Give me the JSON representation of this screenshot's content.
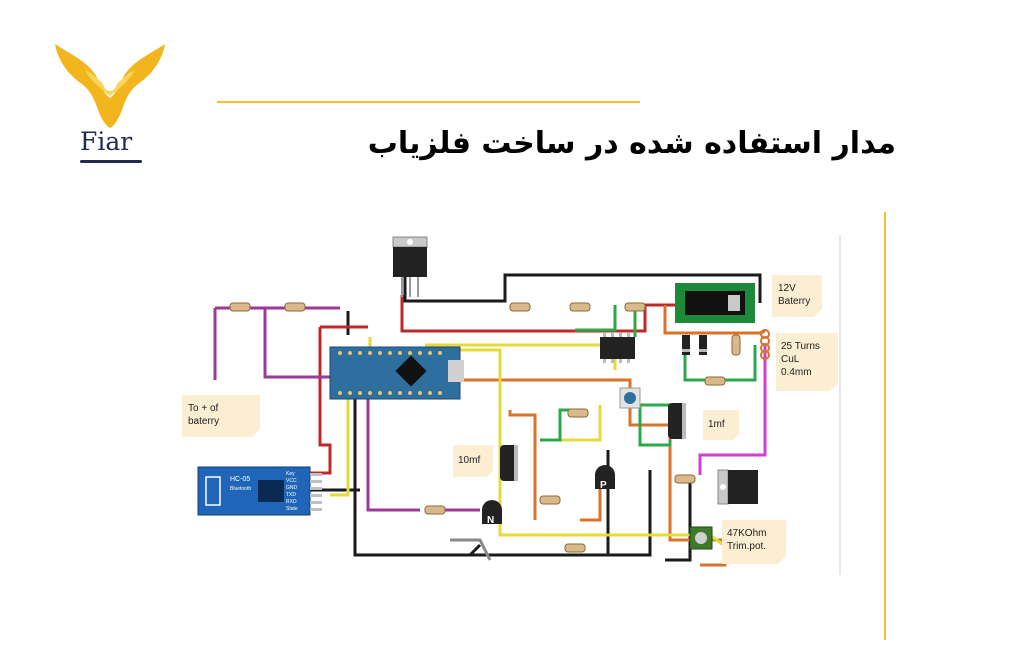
{
  "brand": {
    "name": "Fiar"
  },
  "title": "مدار استفاده شده در ساخت فلزیاب",
  "colors": {
    "accent": "#f2c12e",
    "brand_dark": "#1f2a52"
  },
  "labels": {
    "battery_plus": [
      "To + of",
      "baterry"
    ],
    "battery_12v": [
      "12V",
      "Baterry"
    ],
    "coil": [
      "25 Turns",
      "CuL",
      "0.4mm"
    ],
    "cap_1mf": "1mf",
    "cap_10mf": "10mf",
    "trimpot": [
      "47KOhm",
      "Trim.pot."
    ],
    "bluetooth": "HC-05",
    "bluetooth_sub": "Bluetooth",
    "bt_pins": [
      "Key",
      "VCC",
      "GND",
      "TXD",
      "RXD",
      "State"
    ],
    "transistor_n": "N",
    "transistor_p": "P"
  }
}
